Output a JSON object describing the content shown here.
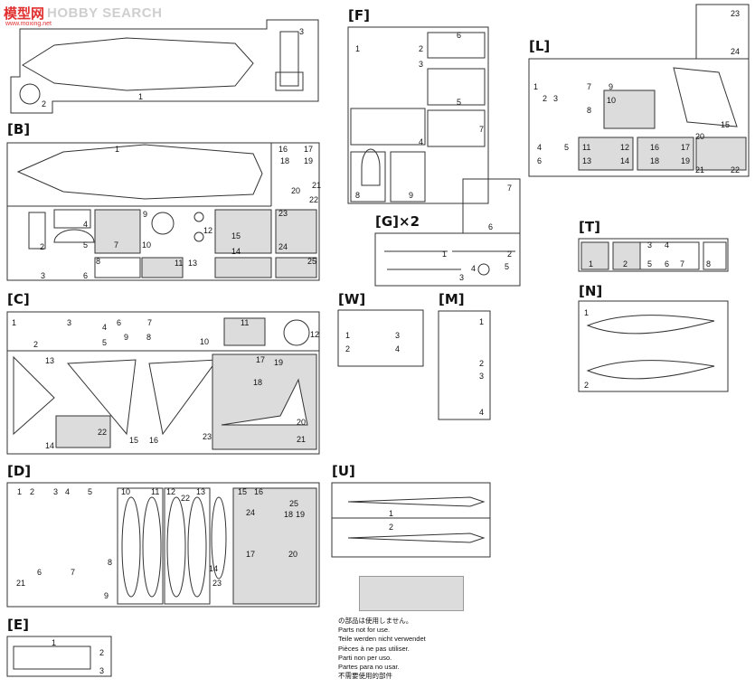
{
  "watermark": {
    "logo": "模型网",
    "word": "HOBBY SEARCH",
    "site": "www.moxing.net"
  },
  "sections": [
    {
      "id": "A",
      "label": "",
      "numbers": [
        "1",
        "2",
        "3"
      ]
    },
    {
      "id": "B",
      "label": "[B]",
      "numbers": [
        "1",
        "2",
        "3",
        "4",
        "5",
        "6",
        "7",
        "8",
        "9",
        "10",
        "11",
        "12",
        "13",
        "14",
        "15",
        "16",
        "17",
        "18",
        "19",
        "20",
        "21",
        "22",
        "23",
        "24",
        "25"
      ]
    },
    {
      "id": "C",
      "label": "[C]",
      "numbers": [
        "1",
        "2",
        "3",
        "4",
        "5",
        "6",
        "7",
        "8",
        "9",
        "10",
        "11",
        "12",
        "13",
        "14",
        "15",
        "16",
        "17",
        "18",
        "19",
        "20",
        "21",
        "22",
        "23"
      ]
    },
    {
      "id": "D",
      "label": "[D]",
      "numbers": [
        "1",
        "2",
        "3",
        "4",
        "5",
        "6",
        "7",
        "8",
        "9",
        "10",
        "11",
        "12",
        "13",
        "14",
        "15",
        "16",
        "17",
        "18",
        "19",
        "20",
        "21",
        "22",
        "23",
        "24",
        "25"
      ]
    },
    {
      "id": "E",
      "label": "[E]",
      "numbers": [
        "1",
        "2",
        "3"
      ]
    },
    {
      "id": "F",
      "label": "[F]",
      "numbers": [
        "1",
        "2",
        "3",
        "4",
        "5",
        "6",
        "7",
        "8",
        "9"
      ]
    },
    {
      "id": "G",
      "label": "[G]×2",
      "numbers": [
        "1",
        "2",
        "3",
        "4",
        "5",
        "6",
        "7"
      ]
    },
    {
      "id": "W",
      "label": "[W]",
      "numbers": [
        "1",
        "2",
        "3",
        "4"
      ]
    },
    {
      "id": "M",
      "label": "[M]",
      "numbers": [
        "1",
        "2",
        "3",
        "4"
      ]
    },
    {
      "id": "U",
      "label": "[U]",
      "numbers": [
        "1",
        "2"
      ]
    },
    {
      "id": "L",
      "label": "[L]",
      "numbers": [
        "1",
        "2",
        "3",
        "4",
        "5",
        "6",
        "7",
        "8",
        "9",
        "10",
        "11",
        "12",
        "13",
        "14",
        "15",
        "16",
        "17",
        "18",
        "19",
        "20",
        "21",
        "22",
        "23",
        "24"
      ]
    },
    {
      "id": "T",
      "label": "[T]",
      "numbers": [
        "1",
        "2",
        "3",
        "4",
        "5",
        "6",
        "7",
        "8"
      ]
    },
    {
      "id": "N",
      "label": "[N]",
      "numbers": [
        "1",
        "2"
      ]
    }
  ],
  "legend": [
    "の部品は使用しません。",
    "Parts not for use.",
    "Teile werden nicht verwendet",
    "Pièces à ne pas utiliser.",
    "Parti non per uso.",
    "Partes para no usar.",
    "不需要使用的部件"
  ]
}
